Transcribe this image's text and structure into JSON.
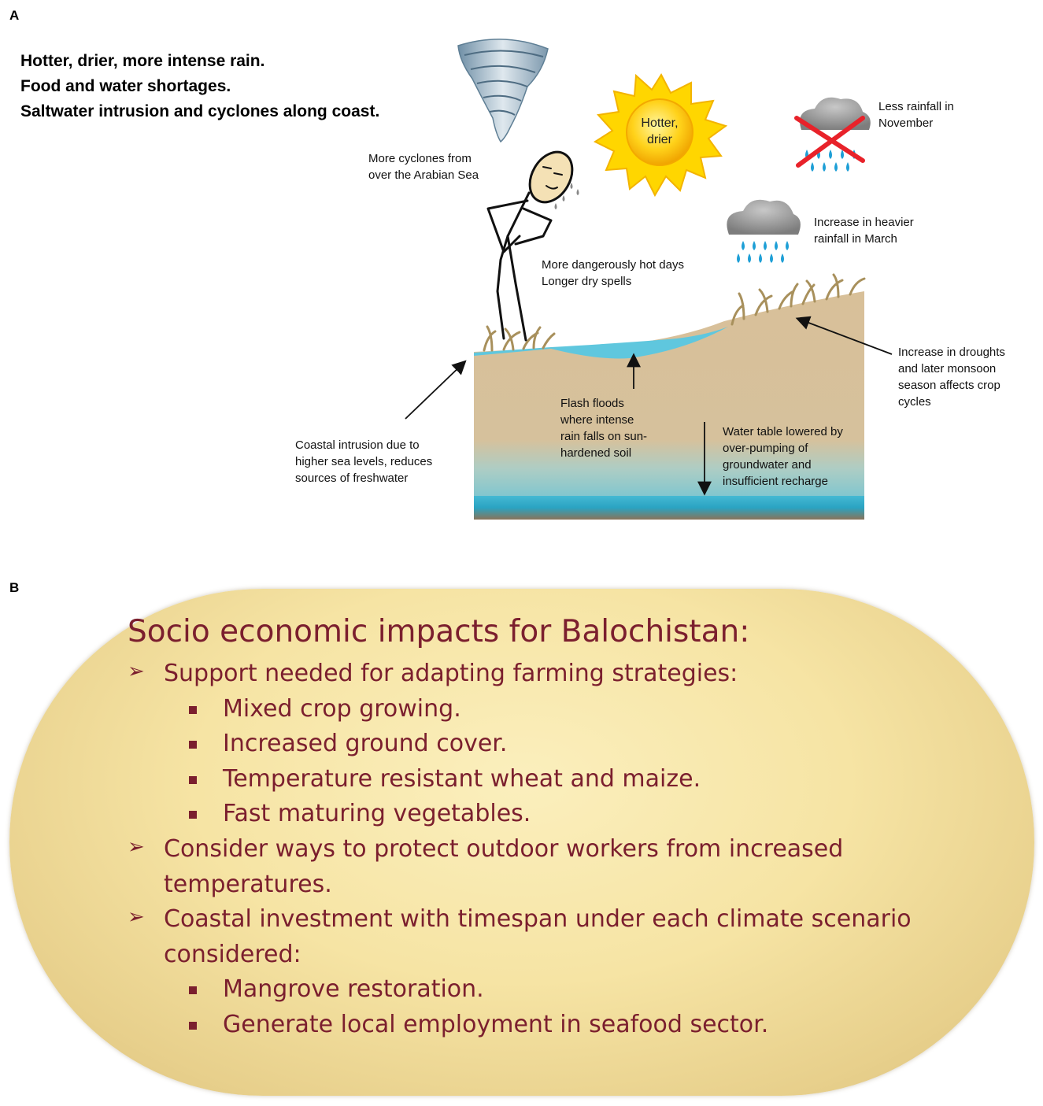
{
  "panel_a": {
    "letter": "A",
    "headline": [
      "Hotter, drier, more intense rain.",
      "Food and water shortages.",
      "Saltwater intrusion and cyclones along coast."
    ],
    "labels": {
      "cyclones": [
        "More cyclones from",
        "over the Arabian Sea"
      ],
      "sun": [
        "Hotter,",
        "drier"
      ],
      "less_rain": [
        "Less rainfall in",
        "November"
      ],
      "heavier_rain": [
        "Increase in heavier",
        "rainfall in March"
      ],
      "hot_days": [
        "More dangerously hot days",
        "Longer dry spells"
      ],
      "droughts": [
        "Increase in droughts",
        "and later monsoon",
        "season affects crop",
        "cycles"
      ],
      "flash_floods": [
        "Flash floods",
        "where intense",
        "rain falls on sun-",
        "hardened soil"
      ],
      "water_table": [
        "Water table lowered by",
        "over-pumping of",
        "groundwater and",
        "insufficient recharge"
      ],
      "coastal": [
        "Coastal intrusion due to",
        "higher sea levels, reduces",
        "sources of freshwater"
      ]
    }
  },
  "panel_b": {
    "letter": "B",
    "title": "Socio economic impacts for Balochistan:",
    "items": [
      {
        "level": 1,
        "lines": [
          "Support needed for adapting farming strategies:"
        ]
      },
      {
        "level": 2,
        "lines": [
          "Mixed crop growing."
        ]
      },
      {
        "level": 2,
        "lines": [
          "Increased ground cover."
        ]
      },
      {
        "level": 2,
        "lines": [
          "Temperature resistant wheat and maize."
        ]
      },
      {
        "level": 2,
        "lines": [
          "Fast maturing vegetables."
        ]
      },
      {
        "level": 1,
        "lines": [
          "Consider ways to protect outdoor workers from increased",
          "temperatures."
        ]
      },
      {
        "level": 1,
        "lines": [
          "Coastal investment with timespan under each climate scenario",
          "considered:"
        ]
      },
      {
        "level": 2,
        "lines": [
          "Mangrove restoration."
        ]
      },
      {
        "level": 2,
        "lines": [
          "Generate local employment in seafood sector."
        ]
      }
    ],
    "colors": {
      "text": "#7b1f2e",
      "fill": "#f6e4a4"
    }
  }
}
